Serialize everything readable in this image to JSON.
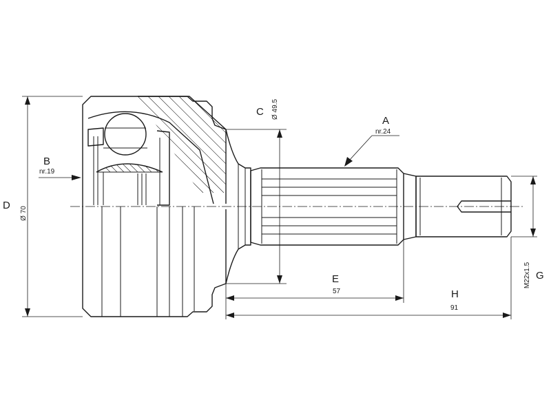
{
  "labels": {
    "A": {
      "letter": "A",
      "value": "nr.24"
    },
    "B": {
      "letter": "B",
      "value": "nr.19"
    },
    "C": {
      "letter": "C",
      "value": "Ø 49.5"
    },
    "D": {
      "letter": "D",
      "value": "Ø 70"
    },
    "E": {
      "letter": "E",
      "value": "57"
    },
    "H": {
      "letter": "H",
      "value": "91"
    },
    "G": {
      "letter": "G",
      "value": "M22x1.5"
    }
  }
}
